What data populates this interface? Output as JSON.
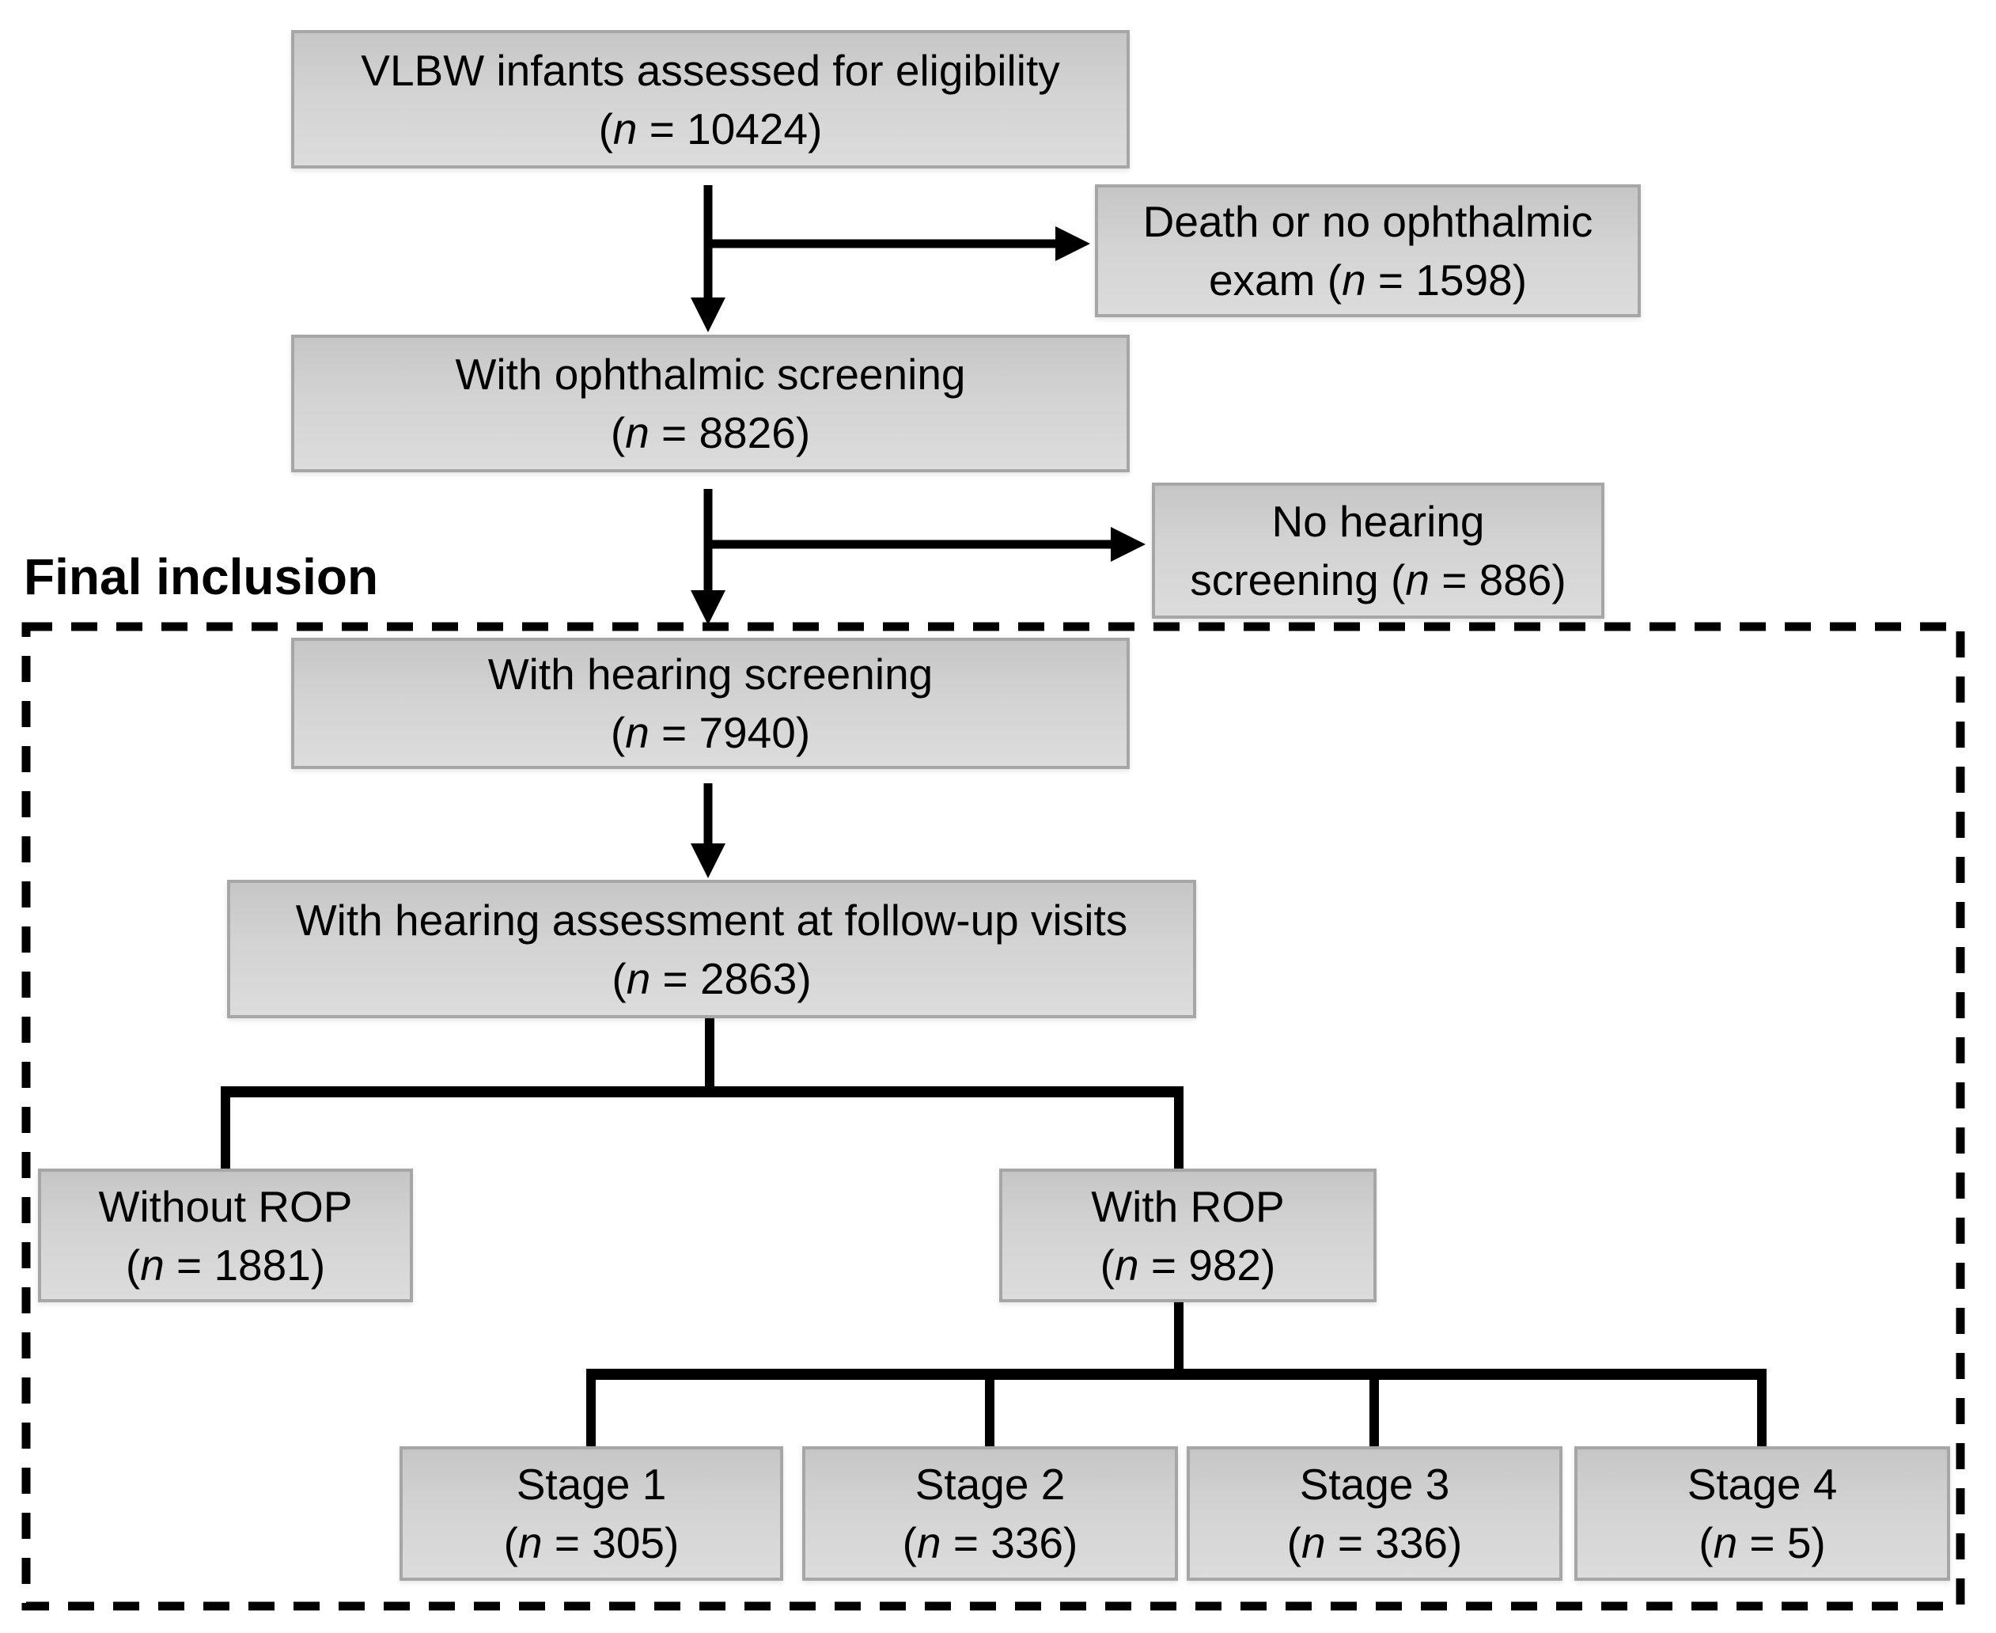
{
  "diagram": {
    "section_label": "Final inclusion"
  },
  "colors": {
    "box_fill_top": "#c6c6c6",
    "box_fill_mid": "#d3d3d3",
    "box_fill_bottom": "#dcdcdc",
    "box_border": "#a6a6a6",
    "line_color": "#000000",
    "bg_color": "#ffffff"
  },
  "nodes": {
    "eligibility": {
      "line1": "VLBW infants assessed for eligibility",
      "line2": "(n = 10424)"
    },
    "death_or_no_exam": {
      "line1": "Death or no ophthalmic",
      "line2": "exam (n = 1598)"
    },
    "ophthalmic": {
      "line1": "With ophthalmic screening",
      "line2": "(n = 8826)"
    },
    "no_hearing": {
      "line1": "No hearing",
      "line2": "screening (n = 886)"
    },
    "hearing_screening": {
      "line1": "With hearing screening",
      "line2": "(n = 7940)"
    },
    "hearing_assessment": {
      "line1": "With hearing assessment at follow-up visits",
      "line2": "(n = 2863)"
    },
    "without_rop": {
      "line1": "Without ROP",
      "line2": "(n = 1881)"
    },
    "with_rop": {
      "line1": "With ROP",
      "line2": "(n = 982)"
    },
    "stage1": {
      "line1": "Stage 1",
      "line2": "(n = 305)"
    },
    "stage2": {
      "line1": "Stage 2",
      "line2": "(n = 336)"
    },
    "stage3": {
      "line1": "Stage 3",
      "line2": "(n = 336)"
    },
    "stage4": {
      "line1": "Stage 4",
      "line2": "(n = 5)"
    }
  }
}
